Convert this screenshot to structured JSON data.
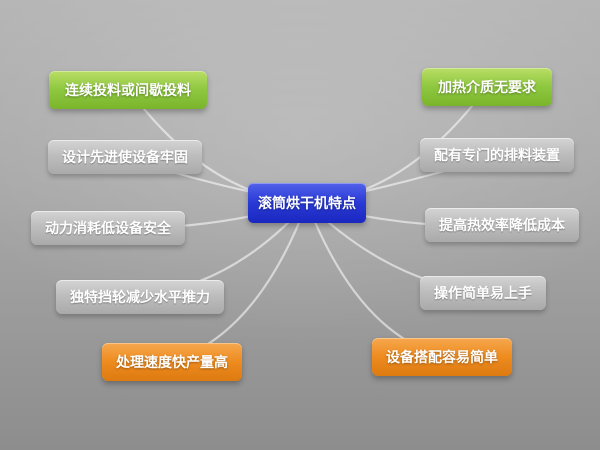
{
  "diagram": {
    "title": "滚筒烘干机特点",
    "palette": {
      "center_blue": "#2a3ad6",
      "feature_green": "#8fc840",
      "feature_orange": "#ee8c20",
      "feature_gray": "#bcbcbc",
      "connector": "#ffffff",
      "background_top": "#b6b6b6",
      "background_bottom": "#8d8d8d"
    },
    "nodes": {
      "center": {
        "label": "滚筒烘干机特点",
        "style": "blue"
      },
      "left": [
        {
          "label": "连续投料或间歇投料",
          "style": "green"
        },
        {
          "label": "设计先进使设备牢固",
          "style": "gray"
        },
        {
          "label": "动力消耗低设备安全",
          "style": "gray"
        },
        {
          "label": "独特挡轮减少水平推力",
          "style": "gray"
        },
        {
          "label": "处理速度快产量高",
          "style": "orange"
        }
      ],
      "right": [
        {
          "label": "加热介质无要求",
          "style": "green"
        },
        {
          "label": "配有专门的排料装置",
          "style": "gray"
        },
        {
          "label": "提高热效率降低成本",
          "style": "gray"
        },
        {
          "label": "操作简单易上手",
          "style": "gray"
        },
        {
          "label": "设备搭配容易简单",
          "style": "orange"
        }
      ]
    }
  }
}
